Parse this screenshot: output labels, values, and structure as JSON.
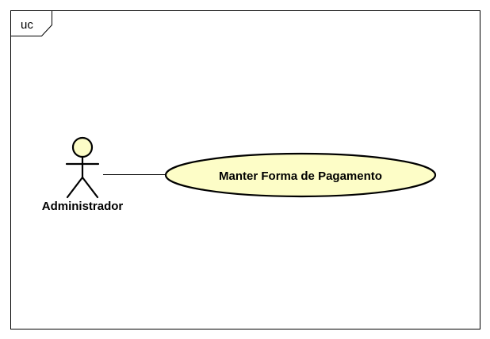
{
  "frame": {
    "tab_label": "uc"
  },
  "actor": {
    "name": "Administrador"
  },
  "use_case": {
    "name": "Manter Forma de Pagamento"
  },
  "colors": {
    "fill": "#fdfdc7",
    "stroke": "#000000",
    "background": "#ffffff"
  }
}
